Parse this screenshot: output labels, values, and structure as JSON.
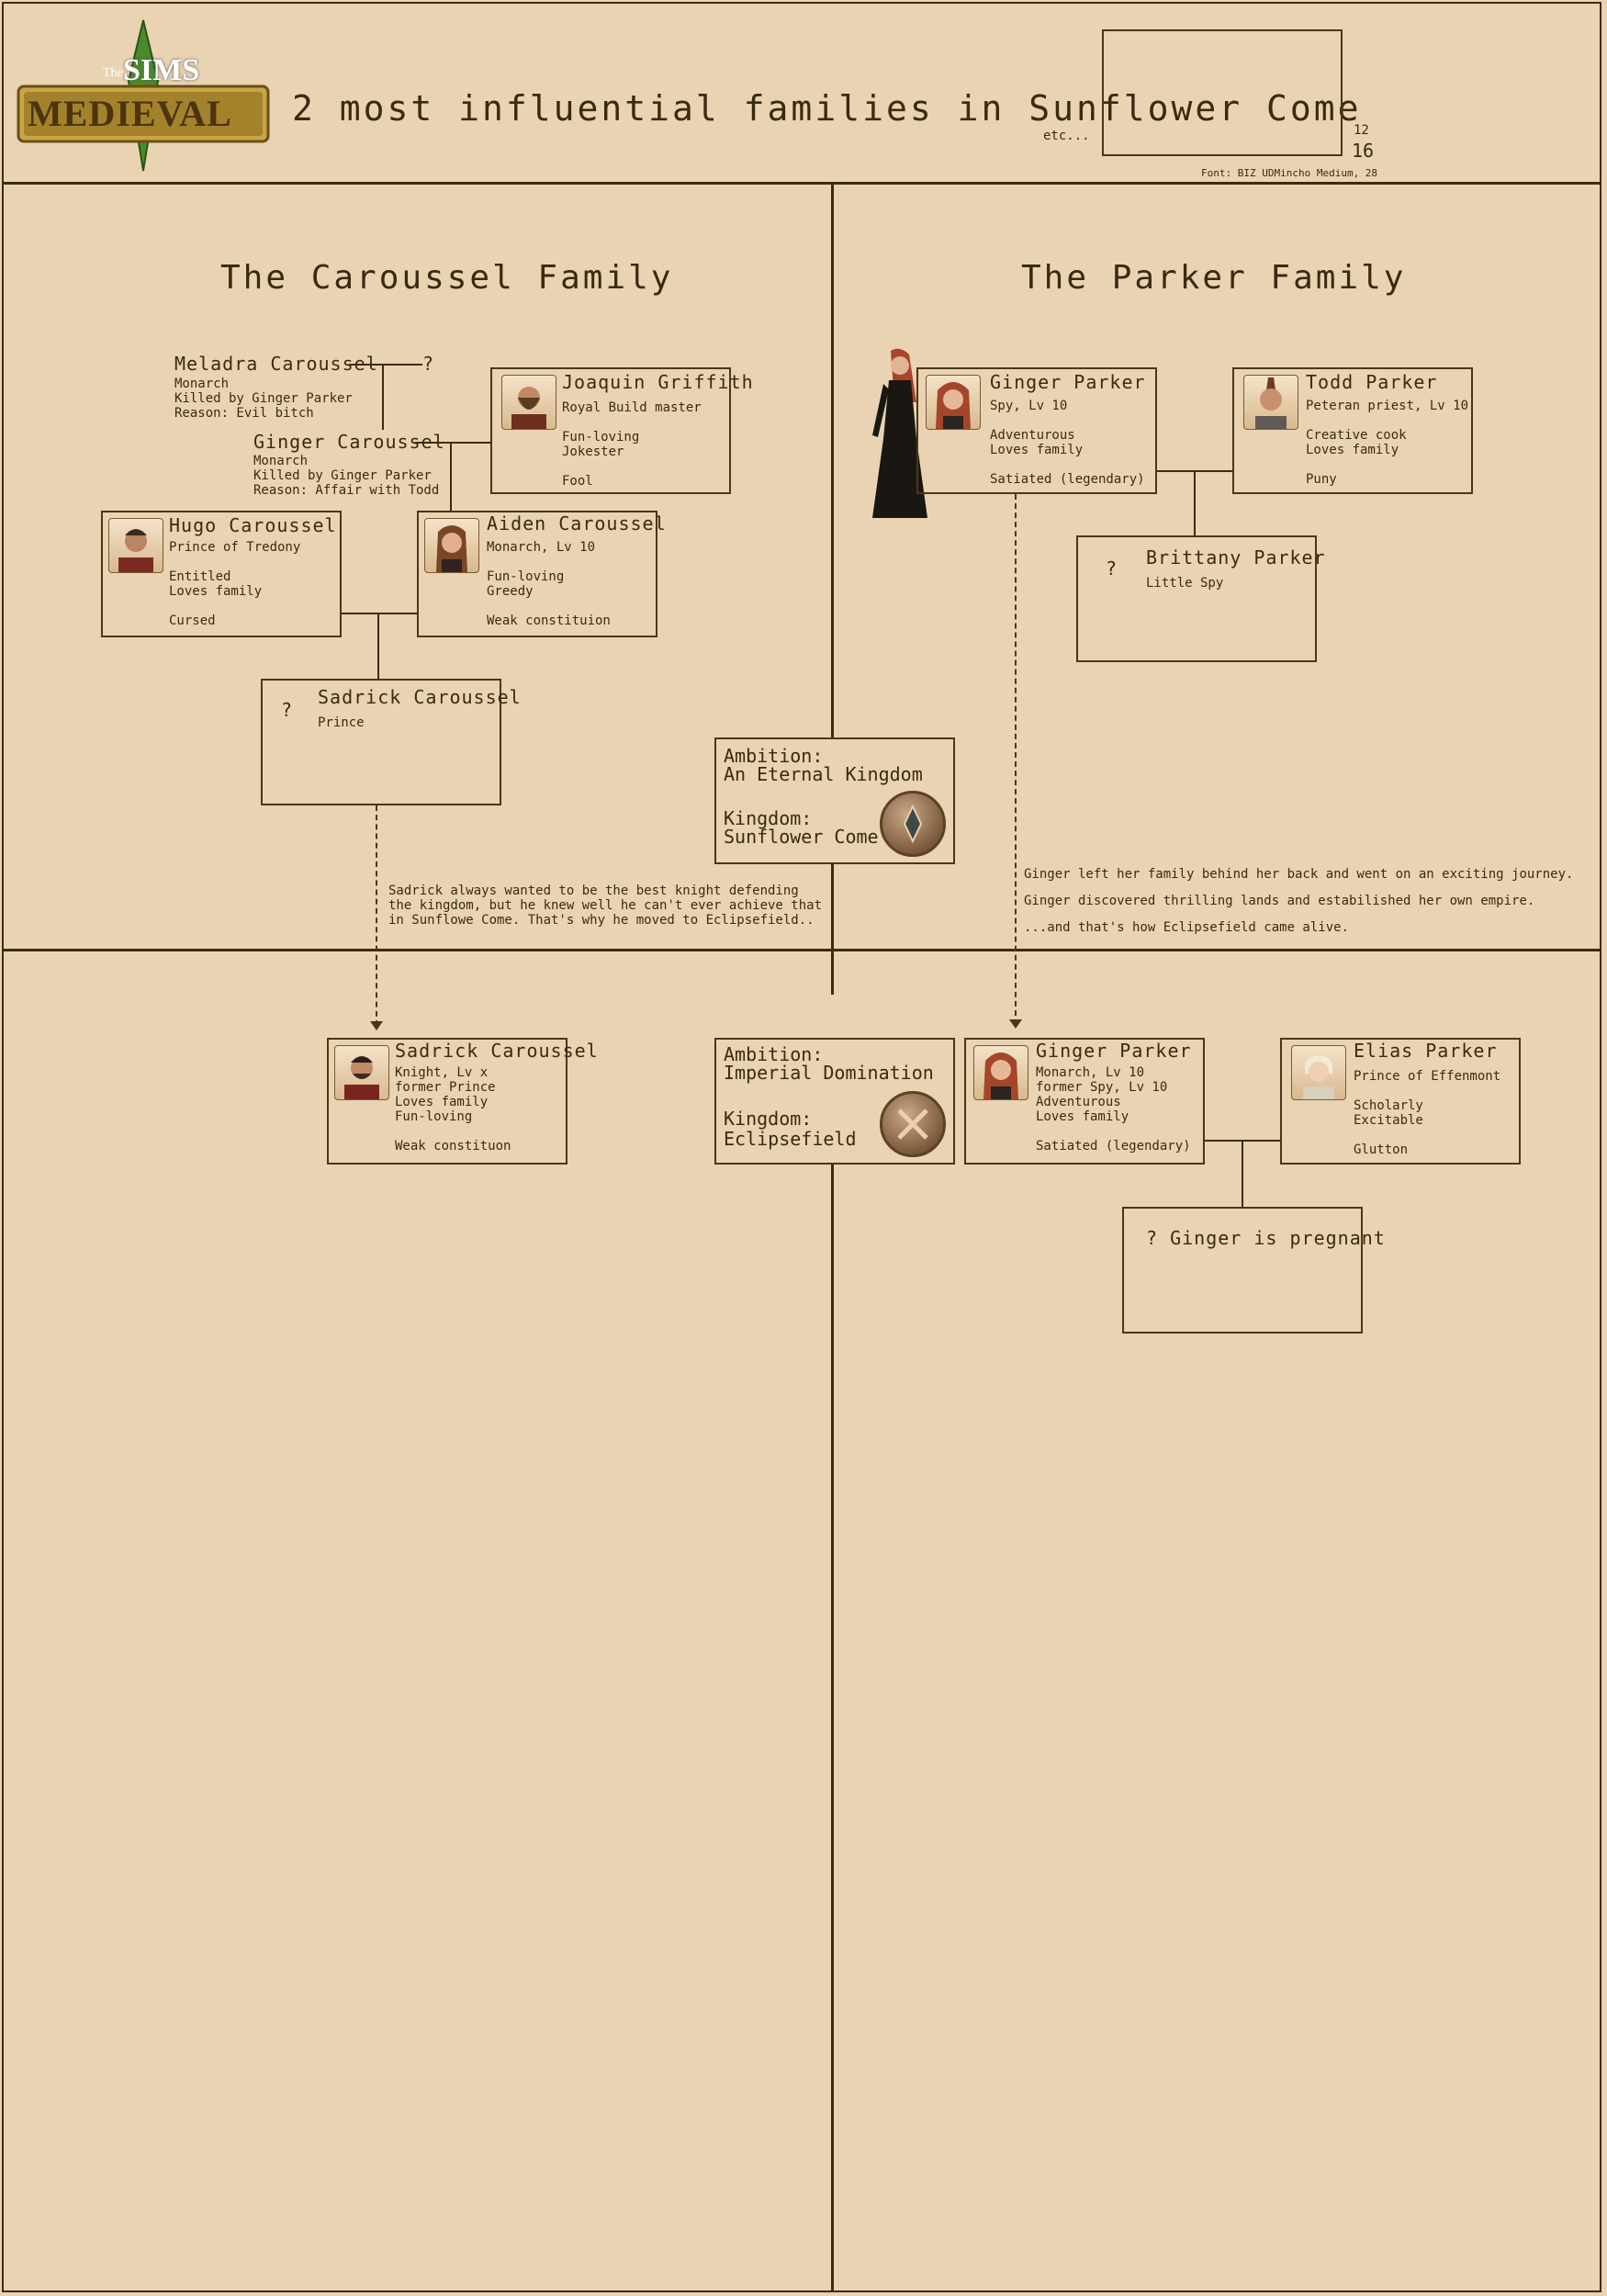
{
  "header": {
    "logo_top": "SIMS",
    "logo_the": "The",
    "logo_main": "MEDIEVAL",
    "title": "2 most influential families in Sunflower Come",
    "etc": "etc...",
    "num1": "12",
    "num2": "16",
    "font_note": "Font: BIZ UDMincho Medium, 28"
  },
  "caroussel": {
    "heading": "The Caroussel Family",
    "meladra": {
      "name": "Meladra Caroussel",
      "l1": "Monarch",
      "l2": "Killed by Ginger Parker",
      "l3": "Reason: Evil bitch",
      "unknown": "?"
    },
    "ginger_c": {
      "name": "Ginger Caroussel",
      "l1": "Monarch",
      "l2": "Killed by Ginger Parker",
      "l3": "Reason: Affair with Todd"
    },
    "joaquin": {
      "name": "Joaquin Griffith",
      "l1": "Royal Build master",
      "l2": "Fun-loving",
      "l3": "Jokester",
      "l4": "Fool"
    },
    "hugo": {
      "name": "Hugo Caroussel",
      "l1": "Prince of Tredony",
      "l2": "Entitled",
      "l3": "Loves family",
      "l4": "Cursed"
    },
    "aiden": {
      "name": "Aiden Caroussel",
      "l1": "Monarch, Lv 10",
      "l2": "Fun-loving",
      "l3": "Greedy",
      "l4": "Weak constituion"
    },
    "sadrick": {
      "q": "?",
      "name": "Sadrick Caroussel",
      "l1": "Prince"
    },
    "note": [
      "Sadrick always wanted to be the best knight defending",
      "the kingdom, but he knew well he can't ever achieve that",
      "in Sunflowe Come. That's why he moved to Eclipsefield.."
    ],
    "sadrick2": {
      "name": "Sadrick Caroussel",
      "l1": "Knight, Lv x",
      "l2": "former Prince",
      "l3": "Loves family",
      "l4": "Fun-loving",
      "l5": "Weak constituon"
    }
  },
  "parker": {
    "heading": "The Parker Family",
    "ginger": {
      "name": "Ginger Parker",
      "l1": "Spy, Lv 10",
      "l2": "Adventurous",
      "l3": "Loves family",
      "l4": "Satiated (legendary)"
    },
    "todd": {
      "name": "Todd Parker",
      "l1": "Peteran priest, Lv 10",
      "l2": "Creative cook",
      "l3": "Loves family",
      "l4": "Puny"
    },
    "brittany": {
      "q": "?",
      "name": "Brittany Parker",
      "l1": "Little Spy"
    },
    "note": [
      "Ginger left her family behind her back and went on an exciting journey.",
      "Ginger discovered thrilling lands and estabilished her own empire.",
      "...and that's how Eclipsefield came alive."
    ],
    "ginger2": {
      "name": "Ginger Parker",
      "l1": "Monarch, Lv 10",
      "l2": "former Spy, Lv 10",
      "l3": "Adventurous",
      "l4": "Loves family",
      "l5": "Satiated (legendary)"
    },
    "elias": {
      "name": "Elias Parker",
      "l1": "Prince of Effenmont",
      "l2": "Scholarly",
      "l3": "Excitable",
      "l4": "Glutton"
    },
    "baby": {
      "text": "? Ginger is pregnant"
    }
  },
  "kingdoms": {
    "k1": {
      "amb_label": "Ambition:",
      "amb": "An Eternal Kingdom",
      "king_label": "Kingdom:",
      "king": "Sunflower Come"
    },
    "k2": {
      "amb_label": "Ambition:",
      "amb": "Imperial Domination",
      "king_label": "Kingdom:",
      "king": "Eclipsefield"
    }
  }
}
